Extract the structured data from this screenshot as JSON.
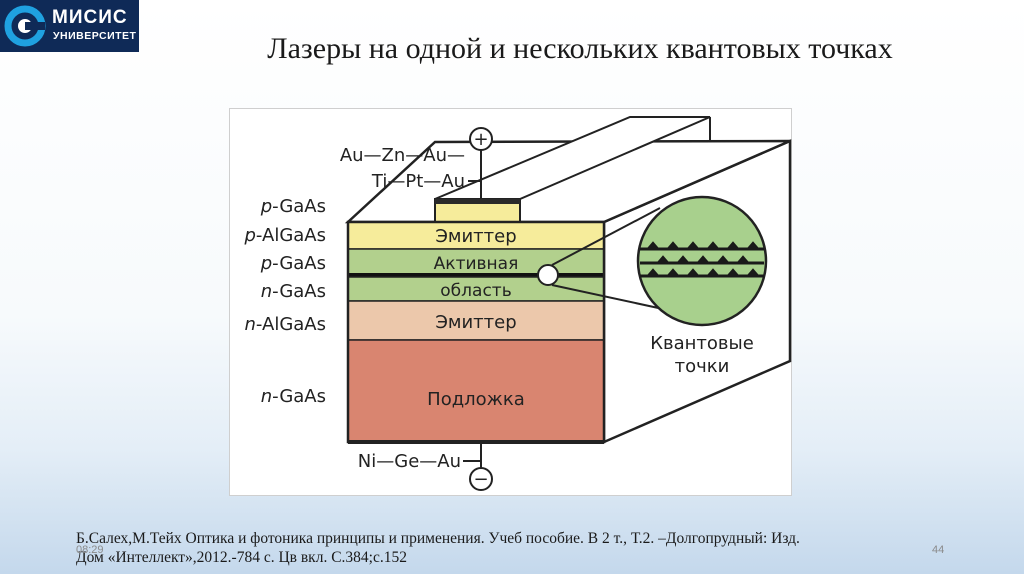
{
  "logo": {
    "name": "МИСИС",
    "subtitle": "УНИВЕРСИТЕТ"
  },
  "title": "Лазеры на одной и нескольких квантовых точках",
  "figure": {
    "contacts": {
      "top1": "Au—Zn—Au—",
      "top2": "Ti—Pt—Au",
      "bottom": "Ni—Ge—Au",
      "plus": "+",
      "minus": "−"
    },
    "layer_labels": [
      {
        "prefix": "p",
        "name": "-GaAs"
      },
      {
        "prefix": "p",
        "name": "-AlGaAs"
      },
      {
        "prefix": "p",
        "name": "-GaAs"
      },
      {
        "prefix": "n",
        "name": "-GaAs"
      },
      {
        "prefix": "n",
        "name": "-AlGaAs"
      },
      {
        "prefix": "n",
        "name": "-GaAs"
      }
    ],
    "layers": {
      "emitter_top": "Эмиттер",
      "active1": "Активная",
      "active2": "область",
      "emitter_bottom": "Эмиттер",
      "substrate": "Подложка"
    },
    "inset_label1": "Квантовые",
    "inset_label2": "точки",
    "colors": {
      "emitter_top": "#f6ec9b",
      "active": "#b2d08d",
      "emitter_bottom": "#ecc8ab",
      "substrate": "#d98570",
      "inset": "#a8d08d"
    }
  },
  "citation": {
    "line1": "Б.Салех,М.Тейх Оптика и фотоника принципы и применения. Учеб пособие. В 2 т., Т.2. –Долгопрудный: Изд.",
    "line2": "Дом «Интеллект»,2012.-784 с. Цв вкл. С.384;с.152"
  },
  "footer": {
    "time": "08:29",
    "page": "44"
  }
}
